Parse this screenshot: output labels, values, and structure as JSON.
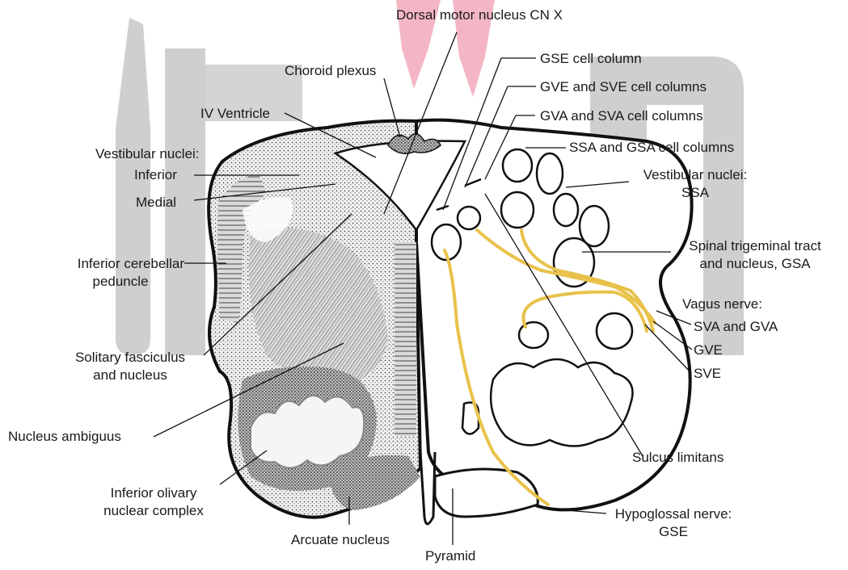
{
  "colors": {
    "watermark_gray": "#cfcfcf",
    "watermark_pink": "#f4b6c4",
    "nerve_yellow": "#e8c24a",
    "outline": "#111111"
  },
  "labels": {
    "dorsal_motor": "Dorsal motor nucleus CN X",
    "choroid": "Choroid plexus",
    "iv_ventricle": "IV Ventricle",
    "vestibular_nuclei_left": "Vestibular nuclei:",
    "inferior": "Inferior",
    "medial": "Medial",
    "icp_line1": "Inferior cerebellar",
    "icp_line2": "peduncle",
    "solitary_line1": "Solitary fasciculus",
    "solitary_line2": "and nucleus",
    "ambiguus": "Nucleus ambiguus",
    "olivary_line1": "Inferior olivary",
    "olivary_line2": "nuclear complex",
    "arcuate": "Arcuate nucleus",
    "pyramid": "Pyramid",
    "gse_column": "GSE cell column",
    "gve_sve_columns": "GVE and SVE cell columns",
    "gva_sva_columns": "GVA and SVA cell columns",
    "ssa_gsa_columns": "SSA and GSA cell columns",
    "vest_right_line1": "Vestibular nuclei:",
    "vest_right_line2": "SSA",
    "trigeminal_line1": "Spinal trigeminal tract",
    "trigeminal_line2": "and nucleus, GSA",
    "vagus": "Vagus nerve:",
    "sva_gva": "SVA and GVA",
    "gve": "GVE",
    "sve": "SVE",
    "sulcus": "Sulcus limitans",
    "hypoglossal_line1": "Hypoglossal nerve:",
    "hypoglossal_line2": "GSE"
  }
}
